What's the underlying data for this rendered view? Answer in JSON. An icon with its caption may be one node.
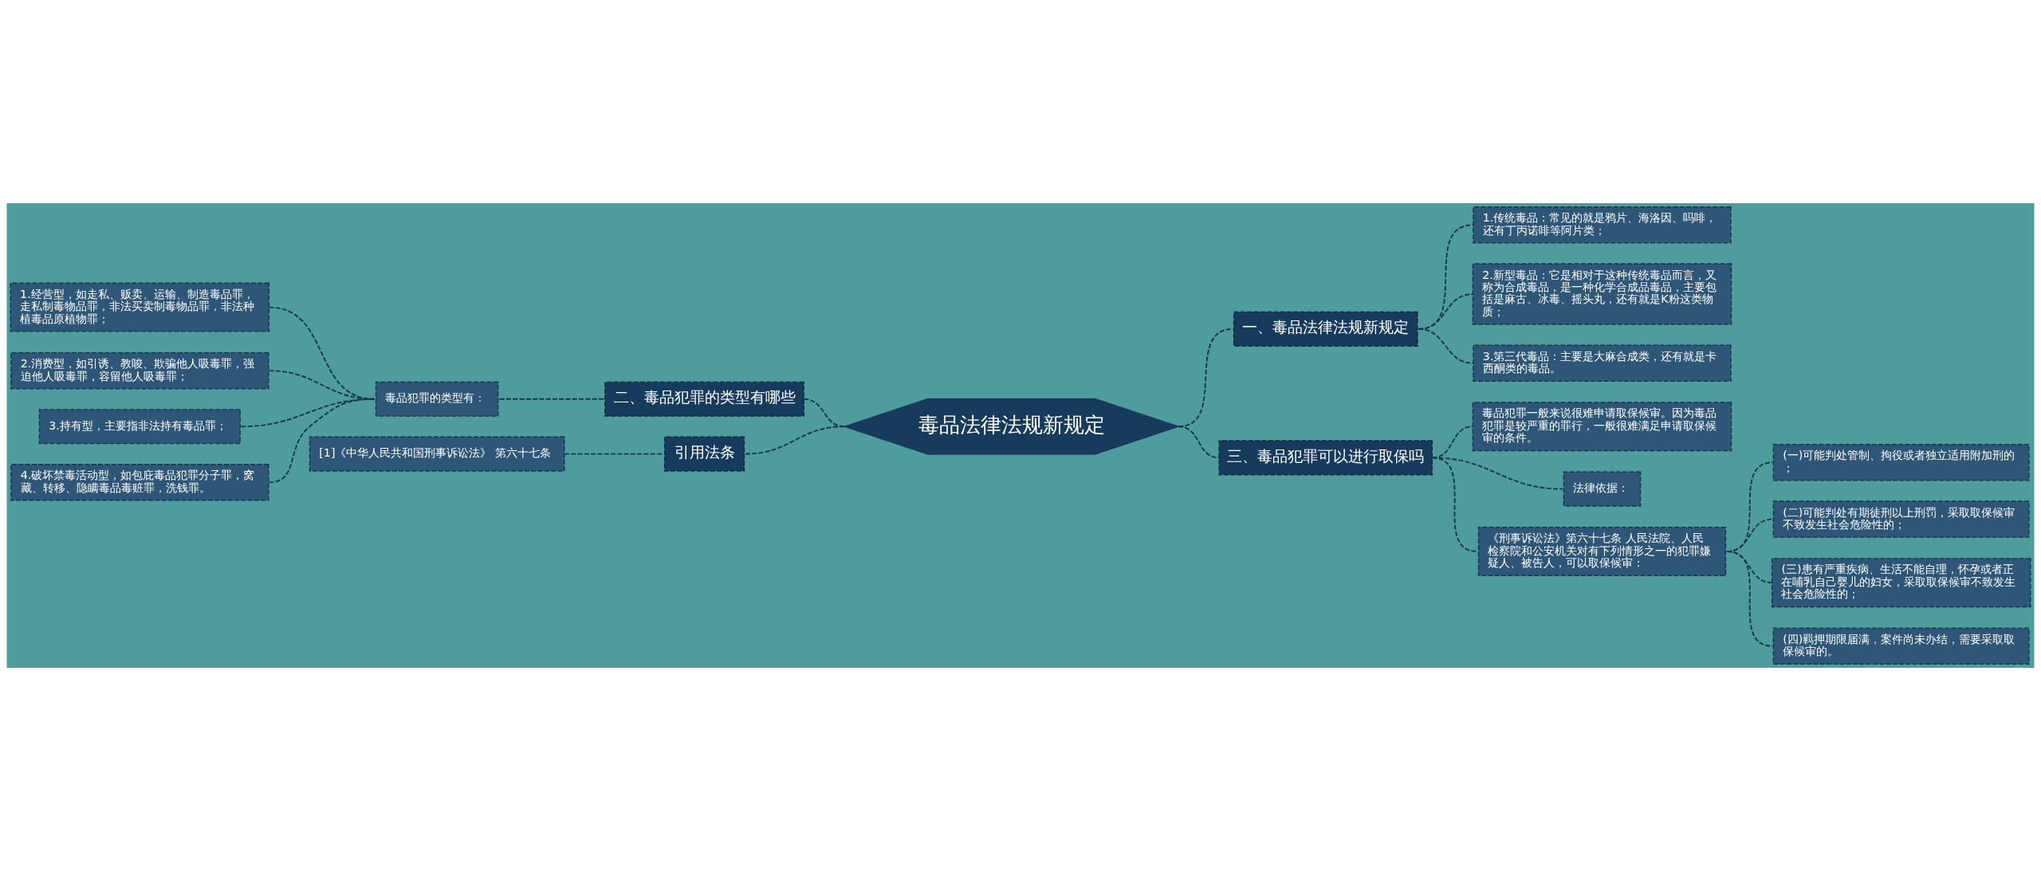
{
  "diagram": {
    "nodes": [
      {
        "text": [
          "毒品法律法规新规定"
        ]
      },
      {
        "text": [
          "一、毒品法律法规新规定"
        ]
      },
      {
        "text": [
          "1.传统毒品：常见的就是鸦片、海洛因、吗啡，还有丁丙诺啡等阿片类；"
        ]
      },
      {
        "text": [
          "2.新型毒品：它是相对于这种传统毒品而言，又称为合成毒品，是一种化学合成品毒品，主要包括是麻古、冰毒、摇头丸，还有就是K粉这类物质；"
        ]
      },
      {
        "text": [
          "3.第三代毒品：主要是大麻合成类，还有就是卡西酮类的毒品。"
        ]
      },
      {
        "text": [
          "二、毒品犯罪的类型有哪些"
        ]
      },
      {
        "text": [
          "毒品犯罪的类型有："
        ]
      },
      {
        "text": [
          "1.经营型，如走私、贩卖、运输、制造毒品罪，走私制毒物品罪，非法买卖制毒物品罪，非法种植毒品原植物罪；"
        ]
      },
      {
        "text": [
          "2.消费型，如引诱、教唆、欺骗他人吸毒罪，强迫他人吸毒罪，容留他人吸毒罪；"
        ]
      },
      {
        "text": [
          "3.持有型，主要指非法持有毒品罪；"
        ]
      },
      {
        "text": [
          "4.破坏禁毒活动型，如包庇毒品犯罪分子罪，窝藏、转移、隐瞒毒品毒赃罪，洗钱罪。"
        ]
      },
      {
        "text": [
          "三、毒品犯罪可以进行取保吗"
        ]
      },
      {
        "text": [
          "毒品犯罪一般来说很难申请取保候审。因为毒品犯罪是较严重的罪行，一般很难满足申请取保候审的条件。"
        ]
      },
      {
        "text": [
          "法律依据："
        ]
      },
      {
        "text": [
          "《刑事诉讼法》第六十七条 人民法院、人民检察院和公安机关对有下列情形之一的犯罪嫌疑人、被告人，可以取保候审："
        ]
      },
      {
        "text": [
          "(一)可能判处管制、拘役或者独立适用附加刑的；"
        ]
      },
      {
        "text": [
          "(二)可能判处有期徒刑以上刑罚，采取取保候审不致发生社会危险性的；"
        ]
      },
      {
        "text": [
          "(三)患有严重疾病、生活不能自理，怀孕或者正在哺乳自己婴儿的妇女，采取取保候审不致发生社会危险性的；"
        ]
      },
      {
        "text": [
          "(四)羁押期限届满，案件尚未办结，需要采取取保候审的。"
        ]
      },
      {
        "text": [
          "引用法条"
        ]
      },
      {
        "text": [
          "[1]《中华人民共和国刑事诉讼法》 第六十七条"
        ]
      }
    ],
    "edges": [
      {
        "from": 0,
        "to": 1,
        "arrow": "none",
        "style": "dashed"
      },
      {
        "from": 1,
        "to": 2,
        "arrow": "none",
        "style": "dashed"
      },
      {
        "from": 1,
        "to": 3,
        "arrow": "none",
        "style": "dashed"
      },
      {
        "from": 1,
        "to": 4,
        "arrow": "none",
        "style": "dashed"
      },
      {
        "from": 0,
        "to": 5,
        "arrow": "none",
        "style": "dashed"
      },
      {
        "from": 5,
        "to": 6,
        "arrow": "none",
        "style": "dashed"
      },
      {
        "from": 6,
        "to": 7,
        "arrow": "none",
        "style": "dashed"
      },
      {
        "from": 6,
        "to": 8,
        "arrow": "none",
        "style": "dashed"
      },
      {
        "from": 6,
        "to": 9,
        "arrow": "none",
        "style": "dashed"
      },
      {
        "from": 6,
        "to": 10,
        "arrow": "none",
        "style": "dashed"
      },
      {
        "from": 0,
        "to": 11,
        "arrow": "none",
        "style": "dashed"
      },
      {
        "from": 11,
        "to": 12,
        "arrow": "none",
        "style": "dashed"
      },
      {
        "from": 11,
        "to": 13,
        "arrow": "none",
        "style": "dashed"
      },
      {
        "from": 11,
        "to": 14,
        "arrow": "none",
        "style": "dashed"
      },
      {
        "from": 14,
        "to": 15,
        "arrow": "none",
        "style": "dashed"
      },
      {
        "from": 14,
        "to": 16,
        "arrow": "none",
        "style": "dashed"
      },
      {
        "from": 14,
        "to": 17,
        "arrow": "none",
        "style": "dashed"
      },
      {
        "from": 14,
        "to": 18,
        "arrow": "none",
        "style": "dashed"
      },
      {
        "from": 0,
        "to": 19,
        "arrow": "none",
        "style": "dashed"
      },
      {
        "from": 19,
        "to": 20,
        "arrow": "none",
        "style": "dashed"
      }
    ]
  }
}
